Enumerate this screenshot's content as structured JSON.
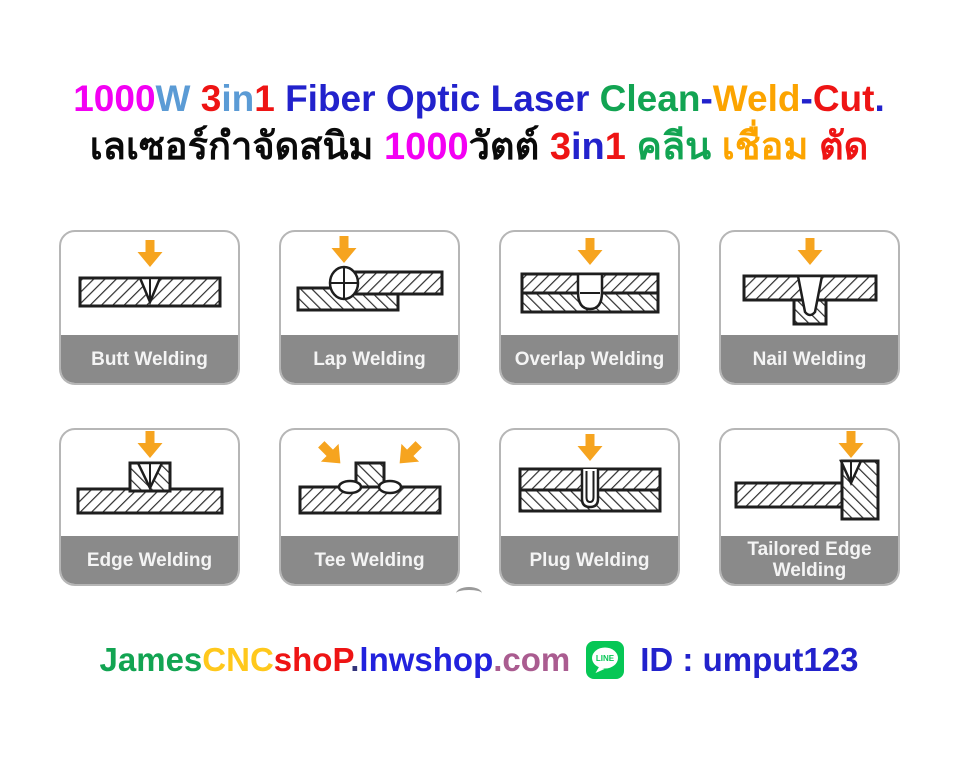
{
  "palette": {
    "magenta": "#F300F3",
    "light_blue": "#5B9BD5",
    "blue": "#2222CC",
    "red": "#EE1414",
    "green": "#12A452",
    "orange": "#FCA400",
    "yellow": "#FFC81C",
    "plum": "#AA5C90",
    "dark_dot_blue": "#33337A",
    "black": "#0A0A0A",
    "line_green": "#06C755",
    "card_label_gray": "#8a8a8a",
    "card_border_gray": "#b6b6b6",
    "arrow_orange": "#F6A41F"
  },
  "title": {
    "line1": [
      {
        "text": "1000",
        "color": "#F300F3"
      },
      {
        "text": "W ",
        "color": "#5B9BD5"
      },
      {
        "text": "3",
        "color": "#EE1414"
      },
      {
        "text": "in",
        "color": "#5B9BD5"
      },
      {
        "text": "1",
        "color": "#EE1414"
      },
      {
        "text": " Fiber Optic Laser ",
        "color": "#2222CC"
      },
      {
        "text": "Clean",
        "color": "#12A452"
      },
      {
        "text": "-",
        "color": "#2222CC"
      },
      {
        "text": "Weld",
        "color": "#FCA400"
      },
      {
        "text": "-",
        "color": "#2222CC"
      },
      {
        "text": "Cut",
        "color": "#EE1414"
      },
      {
        "text": ".",
        "color": "#2222CC"
      }
    ],
    "line2": [
      {
        "text": "เลเซอร์กำจัดสนิม ",
        "color": "#0A0A0A"
      },
      {
        "text": "1000",
        "color": "#F300F3"
      },
      {
        "text": "วัตต์ ",
        "color": "#0A0A0A"
      },
      {
        "text": "3",
        "color": "#EE1414"
      },
      {
        "text": "in",
        "color": "#2222CC"
      },
      {
        "text": "1",
        "color": "#EE1414"
      },
      {
        "text": " คลีน ",
        "color": "#12A452"
      },
      {
        "text": "เชื่อม ",
        "color": "#FCA400"
      },
      {
        "text": "ตัด",
        "color": "#EE1414"
      }
    ]
  },
  "cards": [
    {
      "label": "Butt Welding"
    },
    {
      "label": "Lap Welding"
    },
    {
      "label": "Overlap Welding"
    },
    {
      "label": "Nail Welding"
    },
    {
      "label": "Edge Welding"
    },
    {
      "label": "Tee Welding"
    },
    {
      "label": "Plug Welding"
    },
    {
      "label": "Tailored Edge Welding"
    }
  ],
  "footer": {
    "brand": [
      {
        "text": "James",
        "color": "#12A452"
      },
      {
        "text": "CNC",
        "color": "#FFC81C"
      },
      {
        "text": "shoP",
        "color": "#EE1414"
      },
      {
        "text": ".",
        "color": "#33337A"
      },
      {
        "text": "lnwshop",
        "color": "#2222DD"
      },
      {
        "text": ".com",
        "color": "#AA5C90"
      }
    ],
    "line_icon_label": "LINE",
    "contact": "ID : umput123"
  }
}
